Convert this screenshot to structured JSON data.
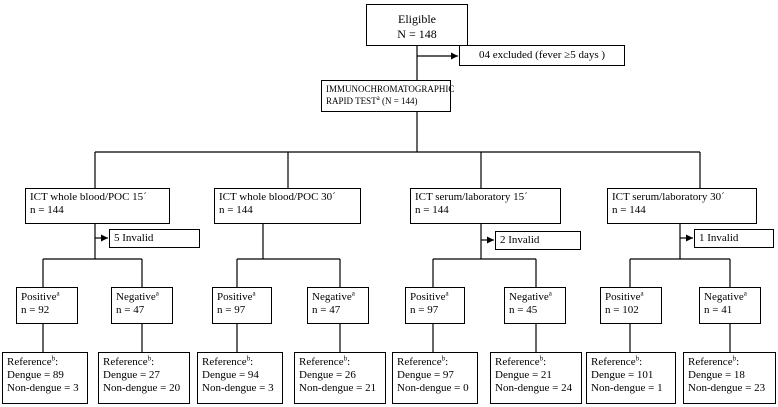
{
  "top": {
    "line1": "Eligible",
    "line2": "N = 148"
  },
  "excluded": {
    "text": "04 excluded (fever ≥5 days )"
  },
  "ict": {
    "line1": "IMMUNOCHROMATOGRAPHIC",
    "line2": "RAPID TEST",
    "sup": "a",
    "suffix": " (N = 144)"
  },
  "arms": [
    {
      "title": "ICT whole blood/POC 15´",
      "n": "n = 144",
      "invalid": "5 Invalid",
      "positive": {
        "label": "Positive",
        "sup": "a",
        "n": "n = 92"
      },
      "negative": {
        "label": "Negative",
        "sup": "a",
        "n": "n = 47"
      },
      "ref_pos": {
        "label": "Reference",
        "sup": "b",
        "colon": ":",
        "dengue": "Dengue = 89",
        "nondengue": "Non-dengue = 3"
      },
      "ref_neg": {
        "label": "Reference",
        "sup": "b",
        "colon": ":",
        "dengue": "Dengue = 27",
        "nondengue": "Non-dengue = 20"
      }
    },
    {
      "title": "ICT whole blood/POC 30´",
      "n": "n = 144",
      "invalid": "",
      "positive": {
        "label": "Positive",
        "sup": "a",
        "n": "n = 97"
      },
      "negative": {
        "label": "Negative",
        "sup": "a",
        "n": "n = 47"
      },
      "ref_pos": {
        "label": "Reference",
        "sup": "b",
        "colon": ":",
        "dengue": "Dengue = 94",
        "nondengue": "Non-dengue = 3"
      },
      "ref_neg": {
        "label": "Reference",
        "sup": "b",
        "colon": ":",
        "dengue": "Dengue = 26",
        "nondengue": "Non-dengue = 21"
      }
    },
    {
      "title": "ICT serum/laboratory  15´",
      "n": "n = 144",
      "invalid": "2 Invalid",
      "positive": {
        "label": "Positive",
        "sup": "a",
        "n": "n = 97"
      },
      "negative": {
        "label": "Negative",
        "sup": "a",
        "n": "n = 45"
      },
      "ref_pos": {
        "label": "Reference",
        "sup": "b",
        "colon": ":",
        "dengue": "Dengue = 97",
        "nondengue": "Non-dengue = 0"
      },
      "ref_neg": {
        "label": "Reference",
        "sup": "b",
        "colon": ":",
        "dengue": "Dengue = 21",
        "nondengue": "Non-dengue = 24"
      }
    },
    {
      "title": "ICT serum/laboratory  30´",
      "n": "n = 144",
      "invalid": "1 Invalid",
      "positive": {
        "label": "Positive",
        "sup": "a",
        "n": "n = 102"
      },
      "negative": {
        "label": "Negative",
        "sup": "a",
        "n": "n = 41"
      },
      "ref_pos": {
        "label": "Reference",
        "sup": "b",
        "colon": ":",
        "dengue": "Dengue = 101",
        "nondengue": "Non-dengue = 1"
      },
      "ref_neg": {
        "label": "Reference",
        "sup": "b",
        "colon": ":",
        "dengue": "Dengue = 18",
        "nondengue": "Non-dengue = 23"
      }
    }
  ]
}
